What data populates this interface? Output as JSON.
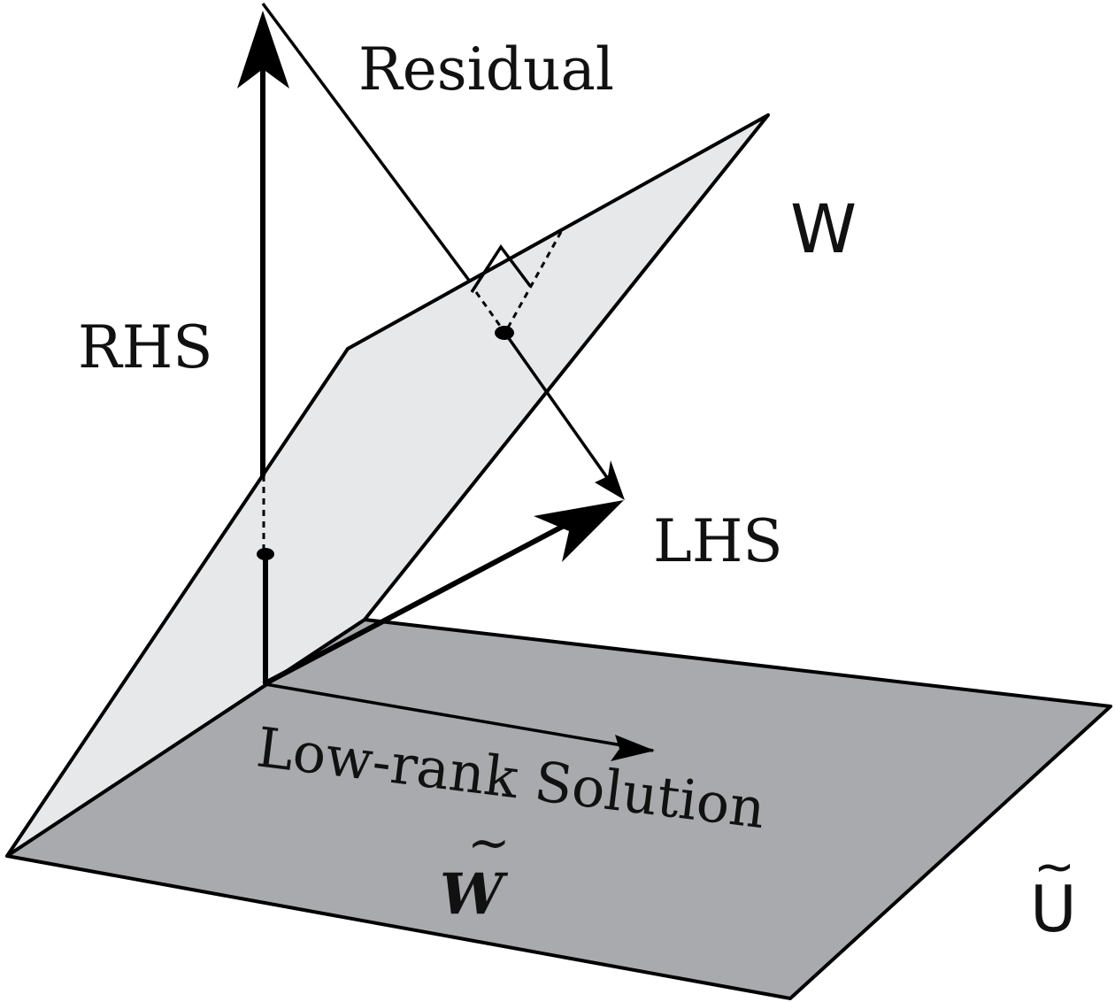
{
  "labels": {
    "residual": "Residual",
    "rhs": "RHS",
    "lhs": "LHS",
    "w_plane": "W",
    "u_plane": "U",
    "u_tilde": "~",
    "low_rank_solution": "Low-rank Solution",
    "w_tilde_symbol": "W",
    "w_tilde_mark": "~"
  },
  "colors": {
    "ground_plane": "#a9aaad",
    "slanted_plane": "#e7e8ea",
    "stroke": "#000000",
    "background": "#ffffff"
  }
}
